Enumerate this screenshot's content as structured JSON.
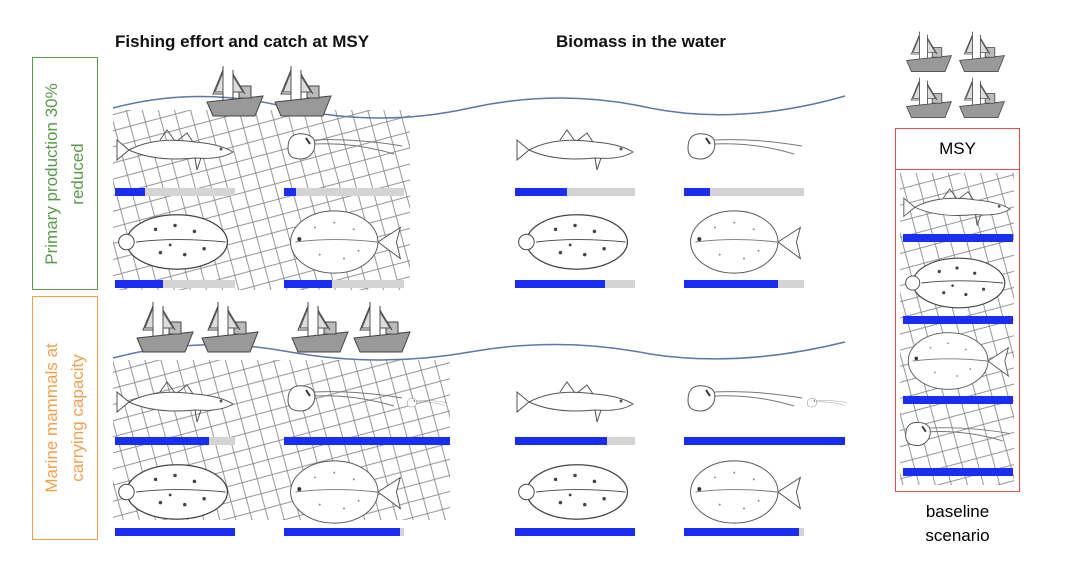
{
  "headings": {
    "catch": "Fishing effort and catch at MSY",
    "biomass": "Biomass in the water"
  },
  "scenarios": [
    {
      "label": "Primary production 30% reduced",
      "color": "#5a9a4a",
      "catch": {
        "cod": 0.25,
        "shrimp": 0.1,
        "plaice": 0.4,
        "turbot": 0.4
      },
      "biomass": {
        "cod": 0.43,
        "shrimp": 0.22,
        "plaice": 0.75,
        "turbot": 0.78
      }
    },
    {
      "label": "Marine mammals at carrying capacity",
      "color": "#f0a050",
      "catch": {
        "cod": 0.78,
        "shrimp": 1.38,
        "plaice": 1.0,
        "turbot": 0.97
      },
      "biomass": {
        "cod": 0.77,
        "shrimp": 1.34,
        "plaice": 1.0,
        "turbot": 0.96
      }
    }
  ],
  "baseline": {
    "title": "MSY",
    "caption_line1": "baseline",
    "caption_line2": "scenario",
    "border_color": "#e05050",
    "catch": {
      "cod": 1,
      "plaice": 1,
      "turbot": 1,
      "shrimp": 1
    }
  },
  "colors": {
    "bar_fill": "#1a2ef0",
    "bar_bg": "#d4d4d4",
    "wave": "#5a78a8"
  }
}
